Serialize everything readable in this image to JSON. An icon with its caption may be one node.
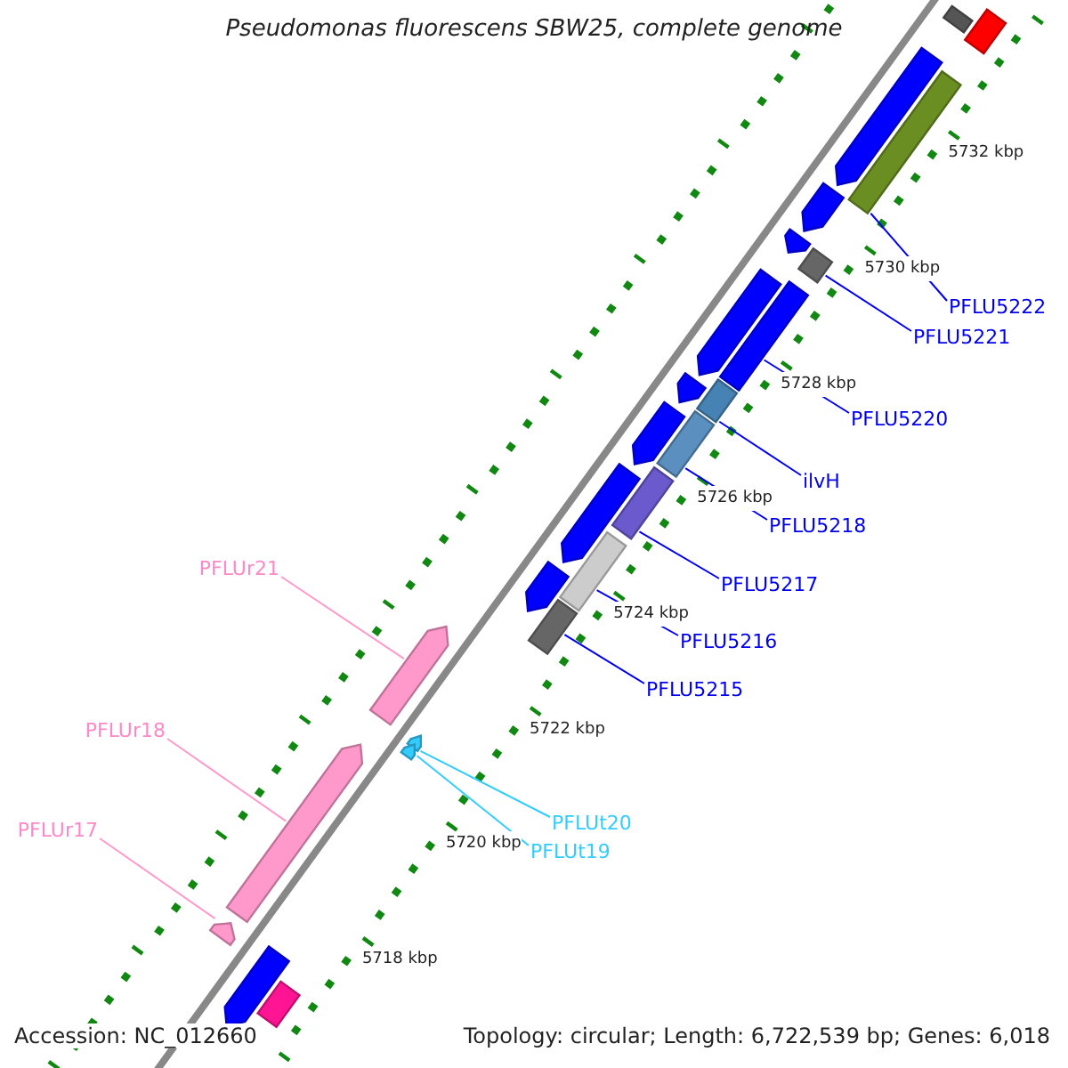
{
  "diagram": {
    "title": "Pseudomonas fluorescens SBW25, complete genome",
    "nodes": [
      {
        "text": [
          "PFLU5222"
        ]
      },
      {
        "text": [
          "PFLU5221"
        ]
      },
      {
        "text": [
          "PFLU5220"
        ]
      },
      {
        "text": [
          "ilvH"
        ]
      },
      {
        "text": [
          "PFLU5218"
        ]
      },
      {
        "text": [
          "PFLU5217"
        ]
      },
      {
        "text": [
          "PFLU5216"
        ]
      },
      {
        "text": [
          "PFLU5215"
        ]
      },
      {
        "text": [
          "PFLUt20"
        ]
      },
      {
        "text": [
          "PFLUt19"
        ]
      },
      {
        "text": [
          "PFLUr21"
        ]
      },
      {
        "text": [
          "PFLUr18"
        ]
      },
      {
        "text": [
          "PFLUr17"
        ]
      },
      {
        "text": [],
        "shape": "bar"
      },
      {
        "text": [],
        "shape": "bar"
      },
      {
        "text": [],
        "shape": "arrow"
      },
      {
        "text": [],
        "shape": "bar"
      },
      {
        "text": [],
        "shape": "arrow"
      },
      {
        "text": [],
        "shape": "arrow"
      },
      {
        "text": [],
        "shape": "bar"
      },
      {
        "text": [],
        "shape": "arrow"
      },
      {
        "text": [],
        "shape": "bar"
      },
      {
        "text": [],
        "shape": "bar"
      },
      {
        "text": [],
        "shape": "arrow"
      },
      {
        "text": [],
        "shape": "bar"
      },
      {
        "text": [],
        "shape": "arrow"
      },
      {
        "text": [],
        "shape": "bar"
      },
      {
        "text": [],
        "shape": "arrow"
      },
      {
        "text": [],
        "shape": "bar"
      },
      {
        "text": [],
        "shape": "arrow"
      },
      {
        "text": [],
        "shape": "bar"
      },
      {
        "text": [],
        "shape": "arrow"
      },
      {
        "text": [],
        "shape": "arrow"
      },
      {
        "text": [],
        "shape": "arrow"
      },
      {
        "text": [],
        "shape": "arrow"
      },
      {
        "text": [],
        "shape": "arrow"
      },
      {
        "text": [],
        "shape": "arrow"
      },
      {
        "text": [],
        "shape": "bar"
      }
    ],
    "edges": [
      {
        "from": 0,
        "to": 16,
        "arrow": "none"
      },
      {
        "from": 1,
        "to": 19,
        "arrow": "none"
      },
      {
        "from": 2,
        "to": 21,
        "arrow": "none"
      },
      {
        "from": 3,
        "to": 22,
        "arrow": "none"
      },
      {
        "from": 4,
        "to": 24,
        "arrow": "none"
      },
      {
        "from": 5,
        "to": 26,
        "arrow": "none"
      },
      {
        "from": 6,
        "to": 28,
        "arrow": "none"
      },
      {
        "from": 7,
        "to": 30,
        "arrow": "none"
      },
      {
        "from": 8,
        "to": 32,
        "arrow": "none",
        "color": "#33ccff"
      },
      {
        "from": 9,
        "to": 33,
        "arrow": "none",
        "color": "#33ccff"
      },
      {
        "from": 10,
        "to": 31,
        "arrow": "none",
        "color": "#ff99cc"
      },
      {
        "from": 11,
        "to": 34,
        "arrow": "none",
        "color": "#ff99cc"
      },
      {
        "from": 12,
        "to": 35,
        "arrow": "none",
        "color": "#ff99cc"
      }
    ],
    "labels": [
      "5732 kbp",
      "5730 kbp",
      "5728 kbp",
      "5726 kbp",
      "5724 kbp",
      "5722 kbp",
      "5720 kbp",
      "5718 kbp",
      "Accession: NC_012660",
      "Topology: circular; Length: 6,722,539 bp; Genes: 6,018"
    ]
  }
}
